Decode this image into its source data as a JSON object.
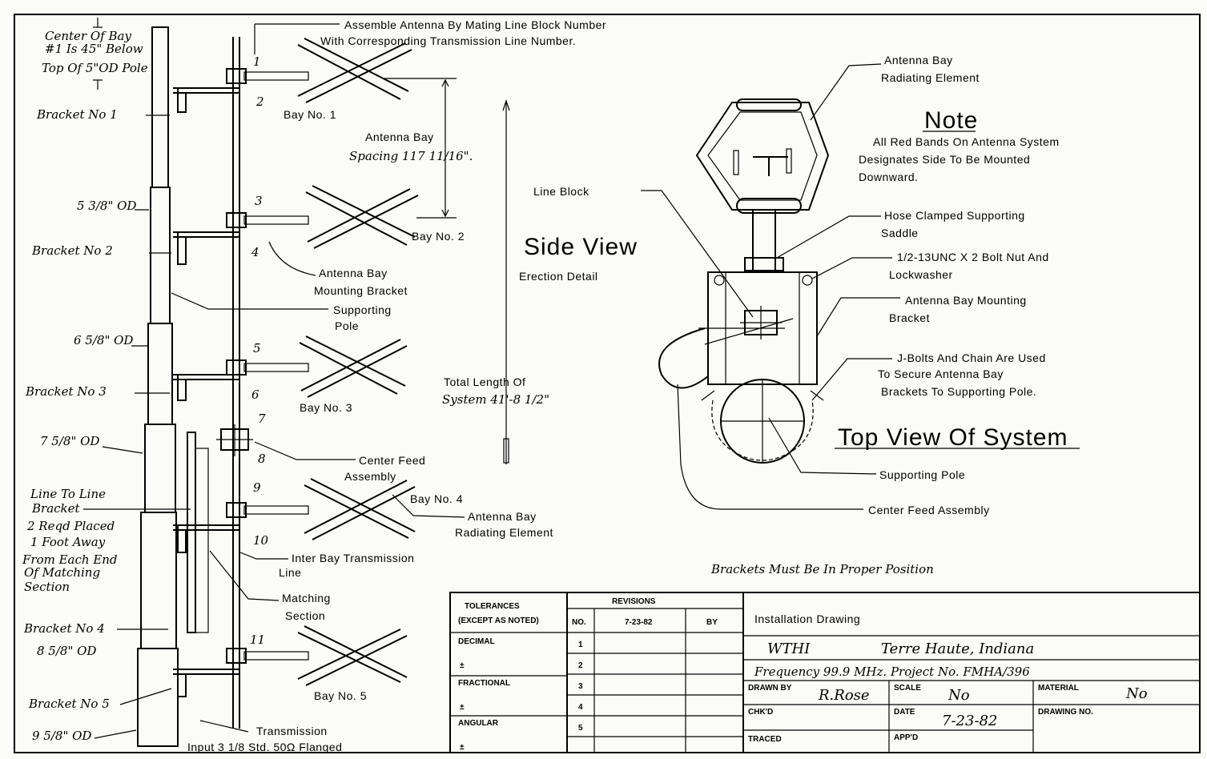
{
  "notes": {
    "top_instruction_1": "Assemble Antenna By Mating Line Block Number",
    "top_instruction_2": "With Corresponding Transmission Line Number.",
    "center_of_bay_1": "Center Of Bay",
    "center_of_bay_2": "#1 Is 45\" Below",
    "center_of_bay_3": "Top Of 5\"OD Pole",
    "bay_spacing_1": "Antenna Bay",
    "bay_spacing_2": "Spacing 117 11/16\".",
    "total_length_1": "Total Length Of",
    "total_length_2": "System 41'-8 1/2\"",
    "line_to_line_1": "Line To Line",
    "line_to_line_2": "Bracket",
    "line_to_line_3": "2 Reqd Placed",
    "line_to_line_4": "1 Foot Away",
    "line_to_line_5": "From Each End",
    "line_to_line_6": "Of Matching",
    "line_to_line_7": "Section",
    "note_title": "Note",
    "note_1": "All Red Bands On Antenna System",
    "note_2": "Designates Side To Be Mounted",
    "note_3": "Downward.",
    "brackets_position": "Brackets Must Be In Proper Position"
  },
  "brackets": [
    "Bracket No 1",
    "Bracket No 2",
    "Bracket No 3",
    "Bracket No 4",
    "Bracket No 5"
  ],
  "pole_sizes": [
    "5 3/8\" OD",
    "6 5/8\" OD",
    "7 5/8\" OD",
    "8 5/8\" OD",
    "9 5/8\" OD"
  ],
  "bays": [
    "Bay No. 1",
    "Bay No. 2",
    "Bay No. 3",
    "Bay No. 4",
    "Bay No. 5"
  ],
  "line_numbers": [
    "1",
    "2",
    "3",
    "4",
    "5",
    "6",
    "7",
    "8",
    "9",
    "10",
    "11"
  ],
  "side_labels": {
    "mounting_bracket_1": "Antenna Bay",
    "mounting_bracket_2": "Mounting Bracket",
    "supporting_pole_1": "Supporting",
    "supporting_pole_2": "Pole",
    "center_feed_1": "Center Feed",
    "center_feed_2": "Assembly",
    "radiating_1": "Antenna Bay",
    "radiating_2": "Radiating Element",
    "interbay_1": "Inter Bay Transmission",
    "interbay_2": "Line",
    "matching_1": "Matching",
    "matching_2": "Section",
    "transmission_1": "Transmission",
    "transmission_2": "Input 3 1/8 Std. 50Ω Flanged"
  },
  "side_view": {
    "title": "Side View",
    "subtitle": "Erection Detail"
  },
  "top_view": {
    "title": "Top View Of System",
    "radiating_1": "Antenna Bay",
    "radiating_2": "Radiating Element",
    "line_block": "Line Block",
    "hose_1": "Hose Clamped Supporting",
    "hose_2": "Saddle",
    "bolt_1": "1/2-13UNC X 2 Bolt Nut And",
    "bolt_2": "Lockwasher",
    "bracket_1": "Antenna Bay Mounting",
    "bracket_2": "Bracket",
    "jbolts_1": "J-Bolts And Chain Are Used",
    "jbolts_2": "To Secure Antenna Bay",
    "jbolts_3": "Brackets To Supporting Pole.",
    "pole": "Supporting Pole",
    "center_feed": "Center Feed Assembly"
  },
  "title_block": {
    "tolerances": "TOLERANCES",
    "except": "(EXCEPT AS NOTED)",
    "decimal": "DECIMAL",
    "fractional": "FRACTIONAL",
    "angular": "ANGULAR",
    "pm": "±",
    "revisions": "REVISIONS",
    "no": "NO.",
    "date": "7-23-82",
    "by": "BY",
    "rev_rows": [
      "1",
      "2",
      "3",
      "4",
      "5"
    ],
    "title": "Installation Drawing",
    "station": "WTHI",
    "location": "Terre Haute, Indiana",
    "frequency": "Frequency 99.9 MHz. Project No. FMHA/396",
    "drawn_by_label": "DRAWN BY",
    "drawn_by": "R.Rose",
    "scale_label": "SCALE",
    "scale": "No",
    "material_label": "MATERIAL",
    "material": "No",
    "chkd_label": "CHK'D",
    "date_label": "DATE",
    "drawing_no_label": "DRAWING NO.",
    "traced_label": "TRACED",
    "appd_label": "APP'D"
  }
}
